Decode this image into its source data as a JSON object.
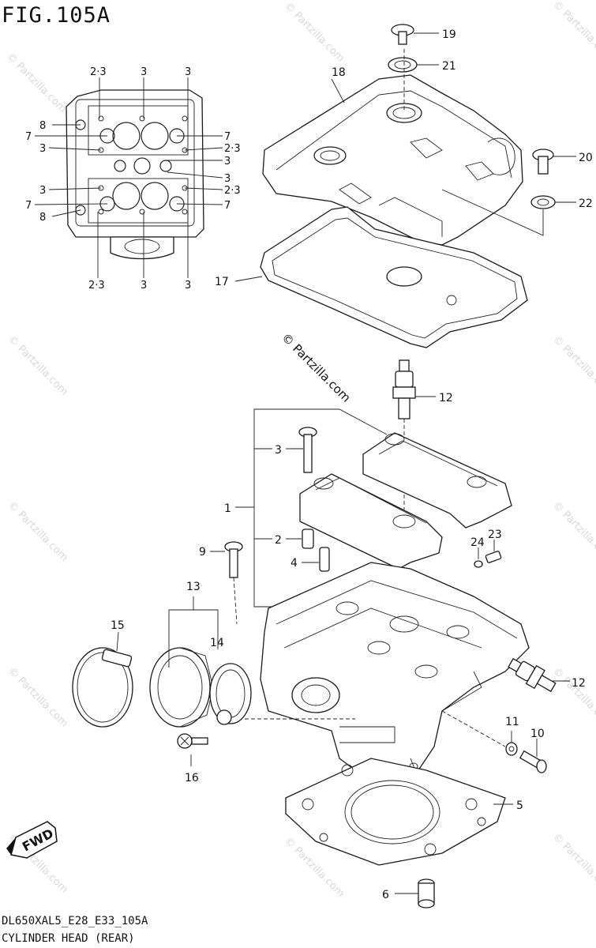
{
  "figure": {
    "title": "FIG.105A",
    "code": "DL650XAL5_E28_E33_105A",
    "caption": "CYLINDER HEAD (REAR)"
  },
  "watermark": {
    "center": "© Partzilla.com",
    "tile": "© Partzilla.com"
  },
  "inset_labels": {
    "top": [
      "2·3",
      "3",
      "3"
    ],
    "left": [
      "8",
      "7",
      "3",
      "3",
      "7",
      "8"
    ],
    "right": [
      "7",
      "2·3",
      "3",
      "3",
      "2·3",
      "7"
    ],
    "bottom": [
      "2·3",
      "3",
      "3"
    ]
  },
  "callouts": [
    "1",
    "2",
    "3",
    "4",
    "5",
    "6",
    "9",
    "10",
    "11",
    "12",
    "12",
    "13",
    "14",
    "15",
    "16",
    "17",
    "18",
    "19",
    "20",
    "21",
    "22",
    "23",
    "24"
  ],
  "fwd_label": "FWD"
}
